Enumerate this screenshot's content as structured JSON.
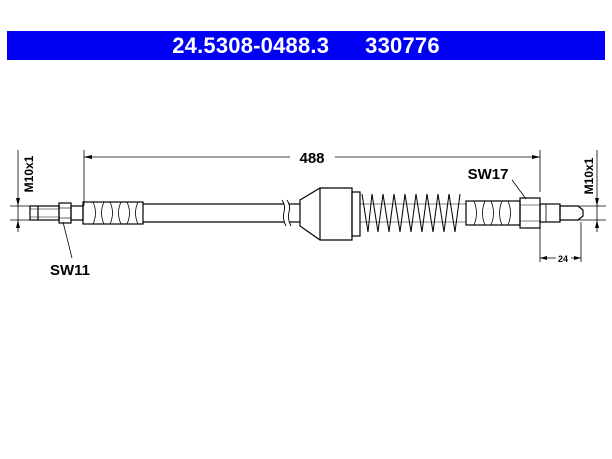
{
  "header": {
    "part_number": "24.5308-0488.3",
    "ref_number": "330776",
    "background_color": "#0000f5",
    "text_color": "#ffffff"
  },
  "drawing": {
    "overall_length": "488",
    "left_thread": "M10x1",
    "right_thread": "M10x1",
    "left_wrench_size": "SW11",
    "right_wrench_size": "SW17",
    "end_length": "24"
  }
}
